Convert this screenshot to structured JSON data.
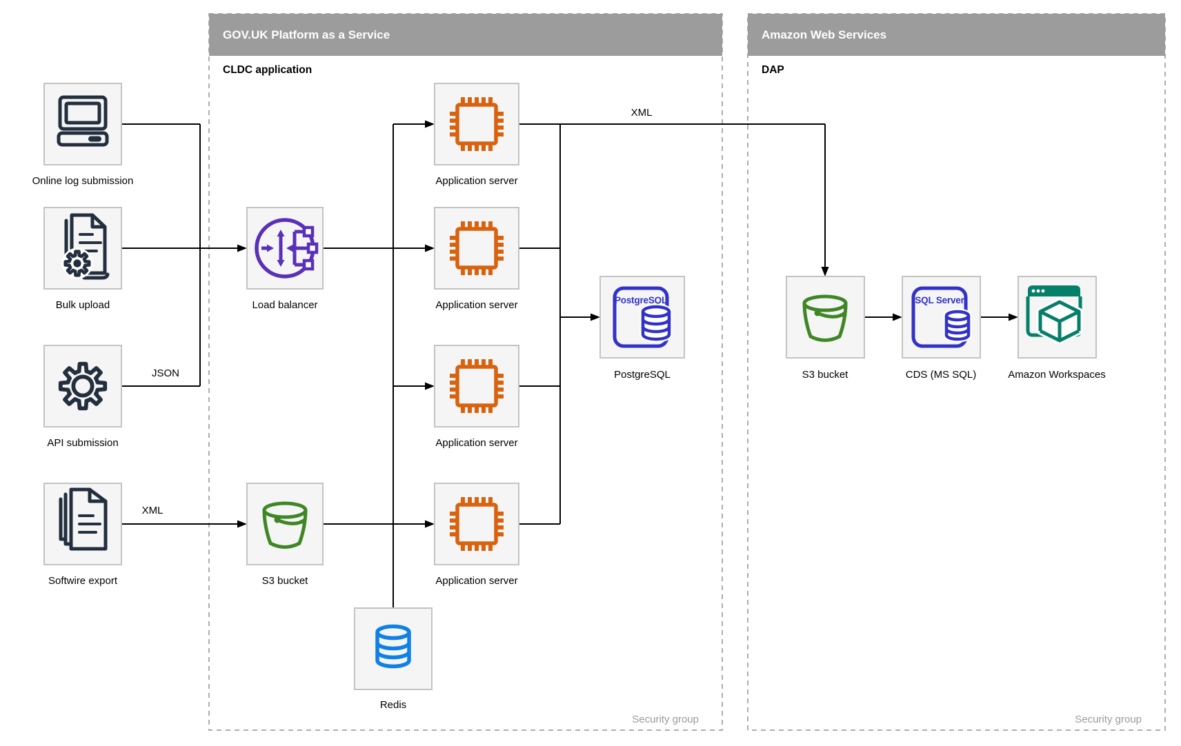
{
  "containers": {
    "paas": {
      "title": "GOV.UK Platform as a Service",
      "subtitle": "CLDC application",
      "footer": "Security group"
    },
    "aws": {
      "title": "Amazon Web Services",
      "subtitle": "DAP",
      "footer": "Security group"
    }
  },
  "nodes": {
    "online_log": {
      "label": "Online log submission",
      "icon": "desktop-computer-icon"
    },
    "bulk_upload": {
      "label": "Bulk upload",
      "icon": "document-gear-icon"
    },
    "api_submission": {
      "label": "API submission",
      "icon": "gear-icon"
    },
    "softwire_export": {
      "label": "Softwire export",
      "icon": "document-stack-icon"
    },
    "load_balancer": {
      "label": "Load balancer",
      "icon": "load-balancer-icon"
    },
    "app_server": {
      "label": "Application server",
      "icon": "cpu-chip-icon"
    },
    "postgresql": {
      "label": "PostgreSQL",
      "icon": "postgresql-card-icon",
      "icon_text": "PostgreSQL"
    },
    "s3_paas": {
      "label": "S3 bucket",
      "icon": "s3-bucket-icon"
    },
    "redis": {
      "label": "Redis",
      "icon": "database-cylinder-icon"
    },
    "s3_aws": {
      "label": "S3 bucket",
      "icon": "s3-bucket-icon"
    },
    "cds": {
      "label": "CDS (MS SQL)",
      "icon": "sql-server-card-icon",
      "icon_text": "SQL Server"
    },
    "workspaces": {
      "label": "Amazon Workspaces",
      "icon": "browser-cube-icon"
    }
  },
  "edge_labels": {
    "online_api_json": "JSON",
    "softwire_xml": "XML",
    "app_to_aws_xml": "XML"
  },
  "colors": {
    "header_bar": "#9c9c9c",
    "container_border_dash": "#adadad",
    "node_box_fill": "#f5f5f5",
    "node_box_border": "#c3c3c3",
    "source_icon": "#232f3e",
    "load_balancer_icon": "#5a30b8",
    "app_server_icon": "#d9620f",
    "postgresql_icon": "#3232c8",
    "sql_server_icon": "#3232c8",
    "s3_bucket_icon": "#3f8624",
    "redis_icon": "#0f80e6",
    "workspaces_icon": "#067f68",
    "edge": "#000000",
    "security_group_text": "#9a9a9a"
  }
}
